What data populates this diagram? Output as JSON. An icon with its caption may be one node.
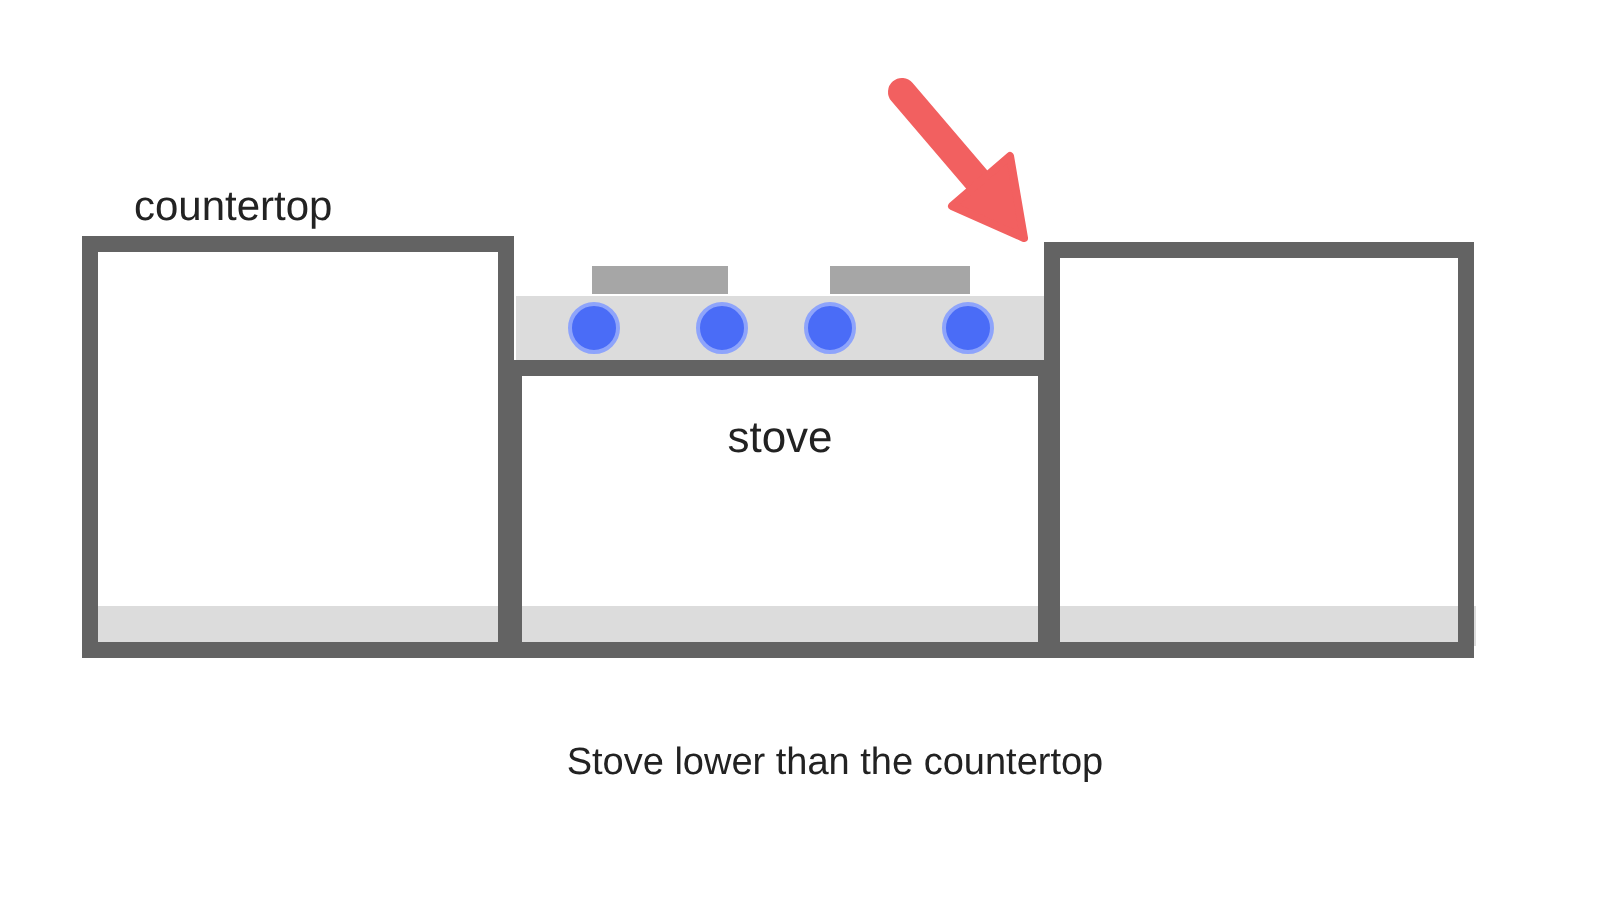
{
  "diagram": {
    "caption": "Stove lower than the countertop",
    "nodes": [
      {
        "text": [
          "countertop"
        ]
      },
      {
        "text": [
          "stove"
        ]
      },
      {
        "text": [],
        "shape": "box"
      }
    ]
  }
}
